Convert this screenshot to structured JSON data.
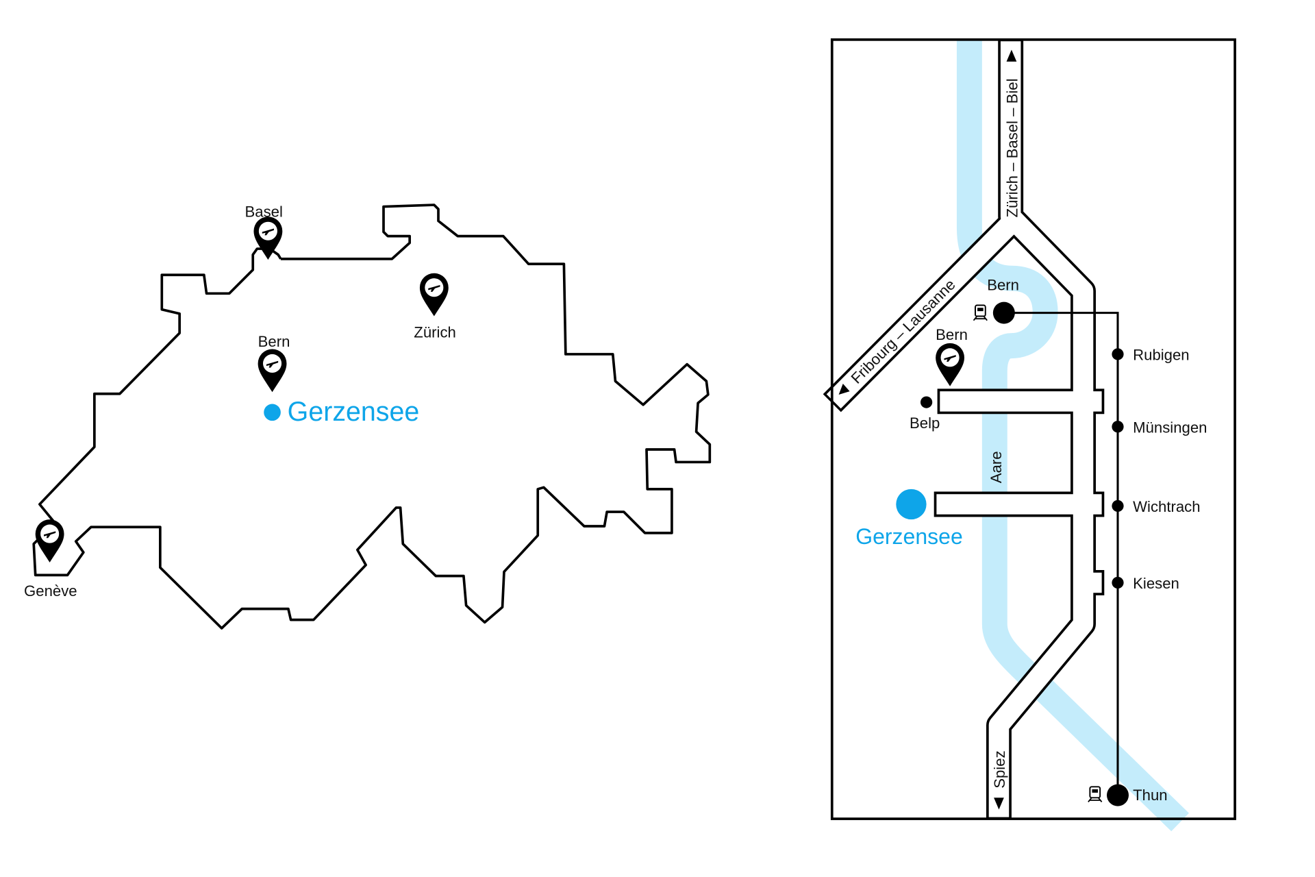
{
  "colors": {
    "accent": "#0ea5e9",
    "river": "#c4ecfb",
    "ink": "#000000"
  },
  "overview_map": {
    "airports": [
      {
        "label": "Basel",
        "icon": "airport-pin-icon"
      },
      {
        "label": "Zürich",
        "icon": "airport-pin-icon"
      },
      {
        "label": "Bern",
        "icon": "airport-pin-icon"
      },
      {
        "label": "Genève",
        "icon": "airport-pin-icon"
      }
    ],
    "highlight": "Gerzensee"
  },
  "detail_map": {
    "roads": {
      "north": "Zürich – Basel – Biel",
      "west": "Fribourg – Lausanne",
      "south": "Spiez"
    },
    "river": "Aare",
    "bern_station": "Bern",
    "bern_airport": "Bern",
    "belp": "Belp",
    "highlight": "Gerzensee",
    "stations": [
      "Rubigen",
      "Münsingen",
      "Wichtrach",
      "Kiesen"
    ],
    "thun": "Thun"
  }
}
